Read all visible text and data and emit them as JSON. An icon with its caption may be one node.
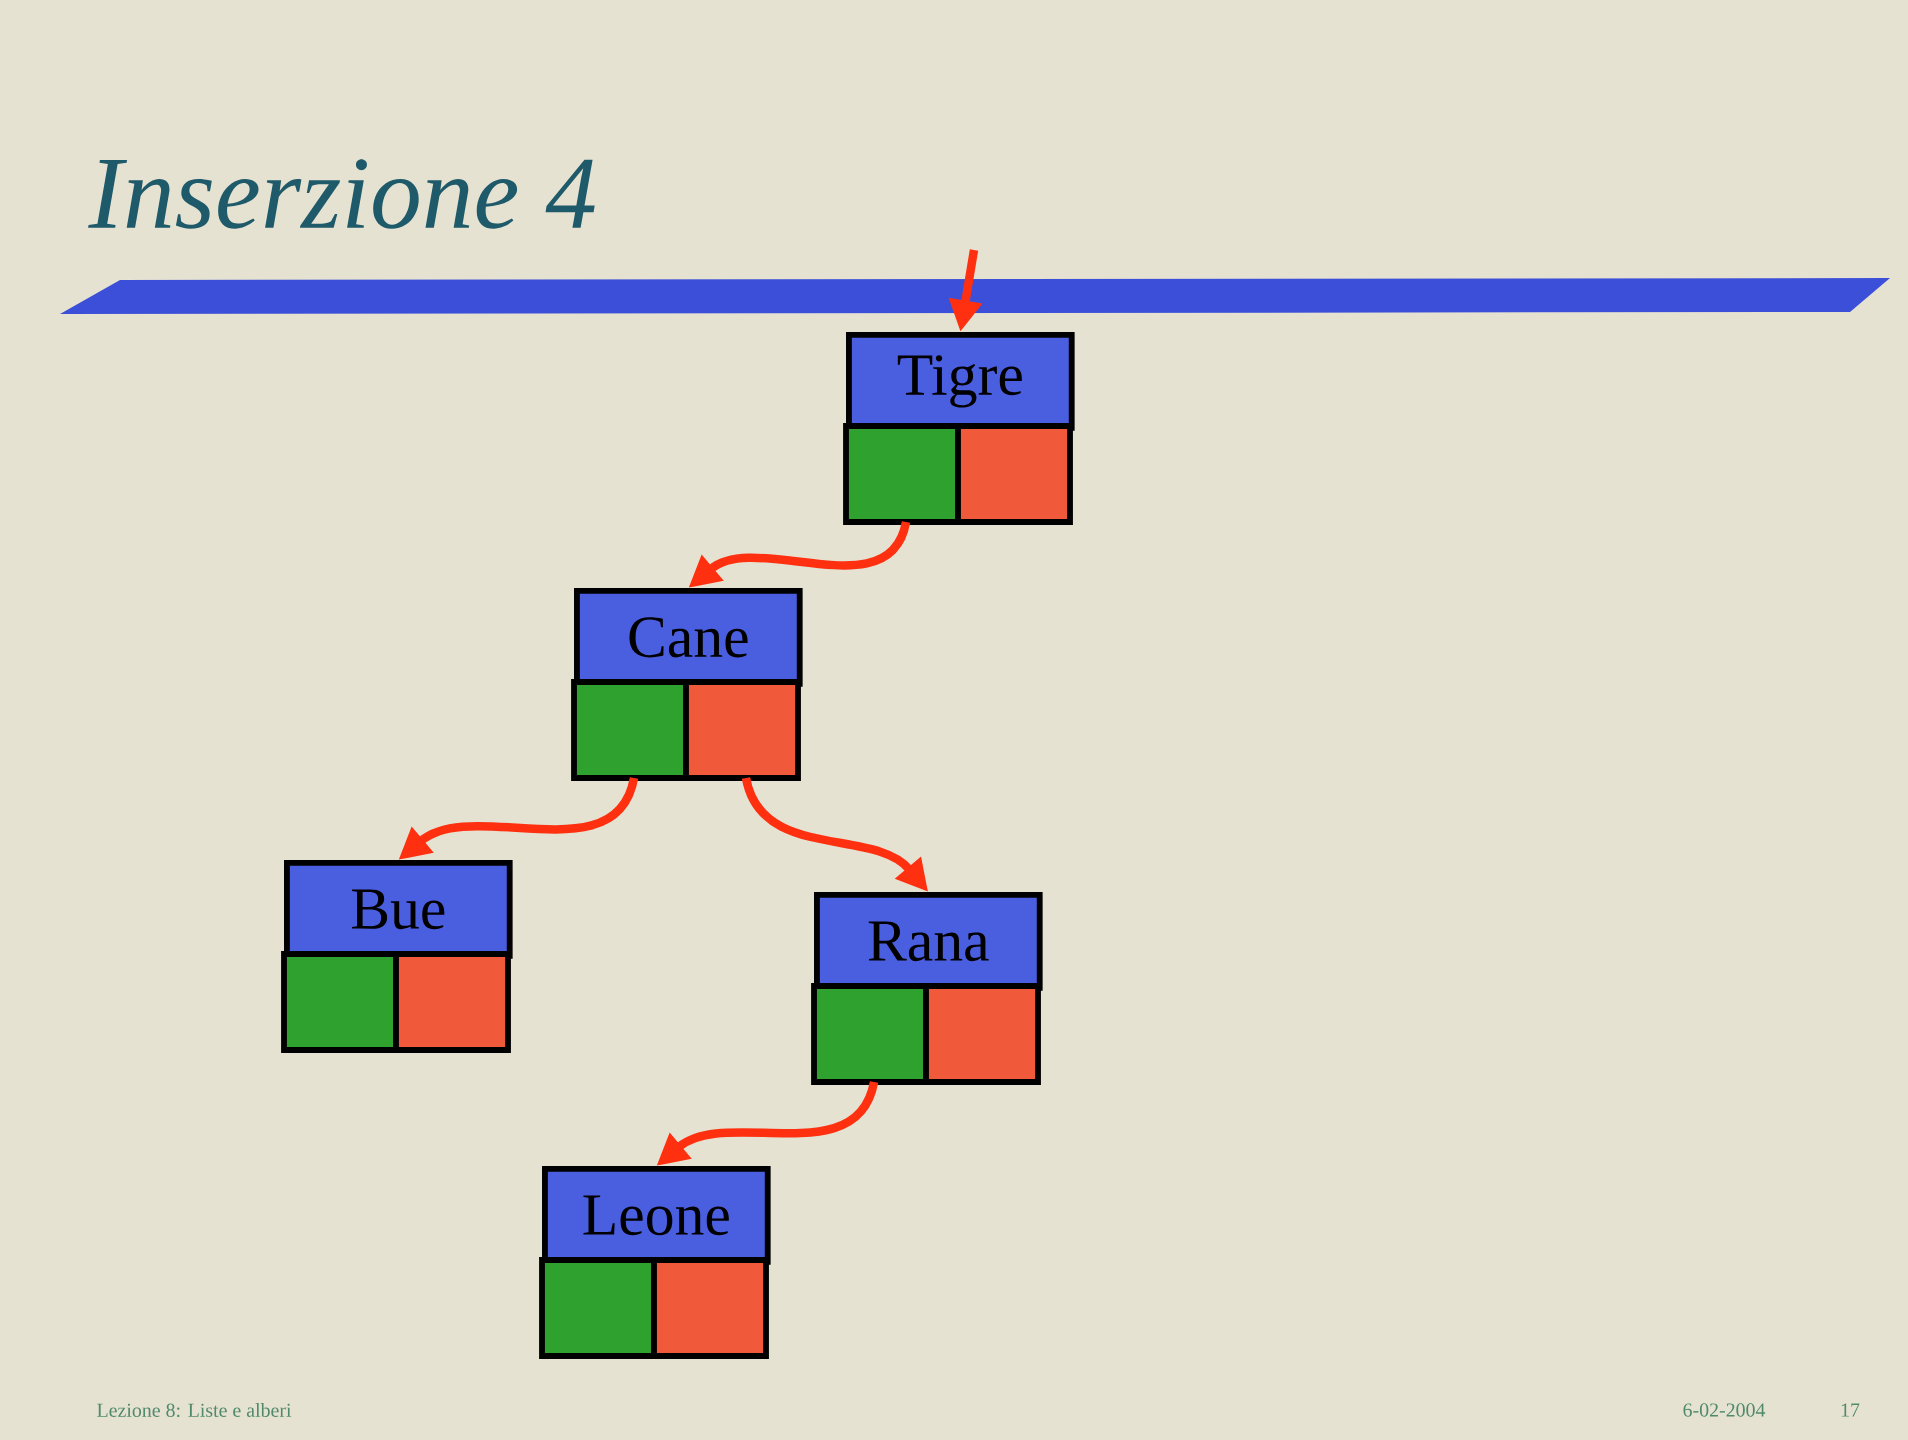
{
  "diagram": {
    "title": "Inserzione 4",
    "nodes": [
      {
        "text": [
          "Tigre"
        ]
      },
      {
        "text": [
          "Cane"
        ]
      },
      {
        "text": [
          "Bue"
        ]
      },
      {
        "text": [
          "Rana"
        ]
      },
      {
        "text": [
          "Leone"
        ]
      }
    ],
    "edges": [
      {
        "from": null,
        "to": 0,
        "arrow": "to"
      },
      {
        "from": 0,
        "to": 1,
        "arrow": "to"
      },
      {
        "from": 1,
        "to": 2,
        "arrow": "to"
      },
      {
        "from": 1,
        "to": 3,
        "arrow": "to"
      },
      {
        "from": 3,
        "to": 4,
        "arrow": "to"
      }
    ],
    "labels": [
      "Lezione 8: Liste e alberi",
      "6-02-2004",
      "17"
    ]
  }
}
